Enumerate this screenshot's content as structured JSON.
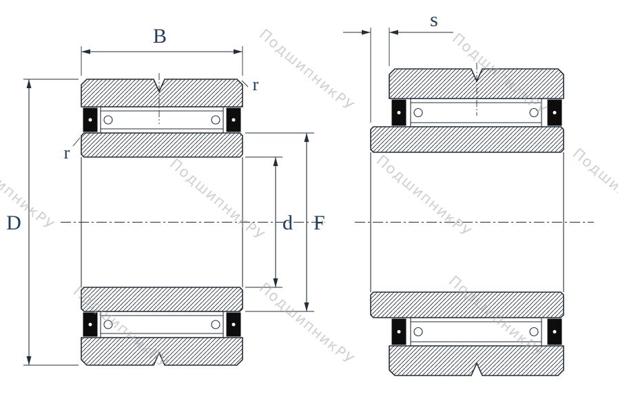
{
  "diagram": {
    "subject": "needle-roller-bearing-cross-section",
    "view_count": 2
  },
  "dimensions": {
    "width_label": "B",
    "outer_diameter_label": "D",
    "bore_diameter_label": "d",
    "raceway_diameter_label": "F",
    "corner_radius_outer_label": "r",
    "corner_radius_inner_label": "r",
    "ring_offset_label": "s"
  },
  "watermark": {
    "text": "ПодшипникРУ"
  },
  "colors": {
    "background": "#ffffff",
    "line": "#222e3a",
    "label": "#1e3c5f",
    "watermark": "#ababab",
    "seal": "#0d0d0d"
  }
}
